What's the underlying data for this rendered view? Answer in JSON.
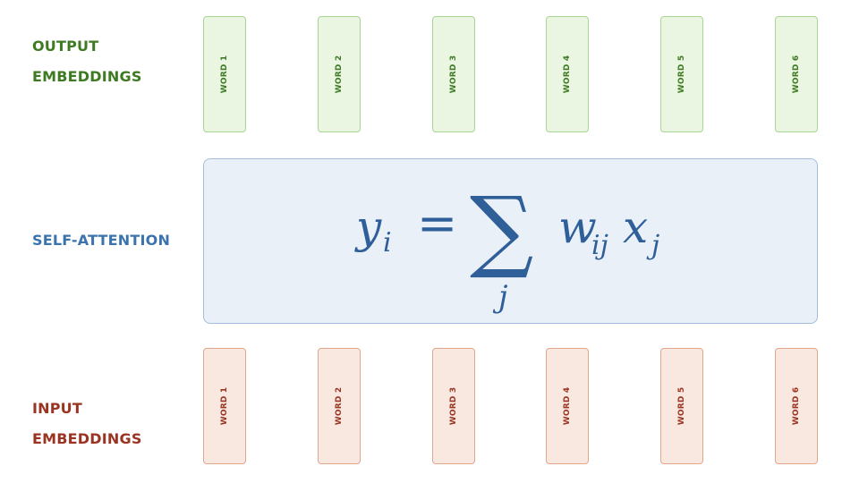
{
  "output_section": {
    "label_line1": "OUTPUT",
    "label_line2": "EMBEDDINGS",
    "words": [
      "WORD 1",
      "WORD 2",
      "WORD 3",
      "WORD 4",
      "WORD 5",
      "WORD 6"
    ]
  },
  "attention_section": {
    "label": "SELF-ATTENTION",
    "formula": {
      "lhs": "y",
      "lhs_sub": "i",
      "equals": "=",
      "sum_symbol": "∑",
      "sum_index": "j",
      "term1": "w",
      "term1_sub": "ij",
      "term2": "x",
      "term2_sub": "j"
    }
  },
  "input_section": {
    "label_line1": "INPUT",
    "label_line2": "EMBEDDINGS",
    "words": [
      "WORD 1",
      "WORD 2",
      "WORD 3",
      "WORD 4",
      "WORD 5",
      "WORD 6"
    ]
  },
  "colors": {
    "output_text": "#3d7a22",
    "output_fill": "#eaf5e2",
    "output_border": "#a9d593",
    "attention_text": "#3b73ad",
    "attention_fill": "#eaf0f8",
    "attention_border": "#a3bedb",
    "formula_color": "#2e5f99",
    "input_text": "#9a3322",
    "input_fill": "#f9e8df",
    "input_border": "#e0a78c"
  }
}
